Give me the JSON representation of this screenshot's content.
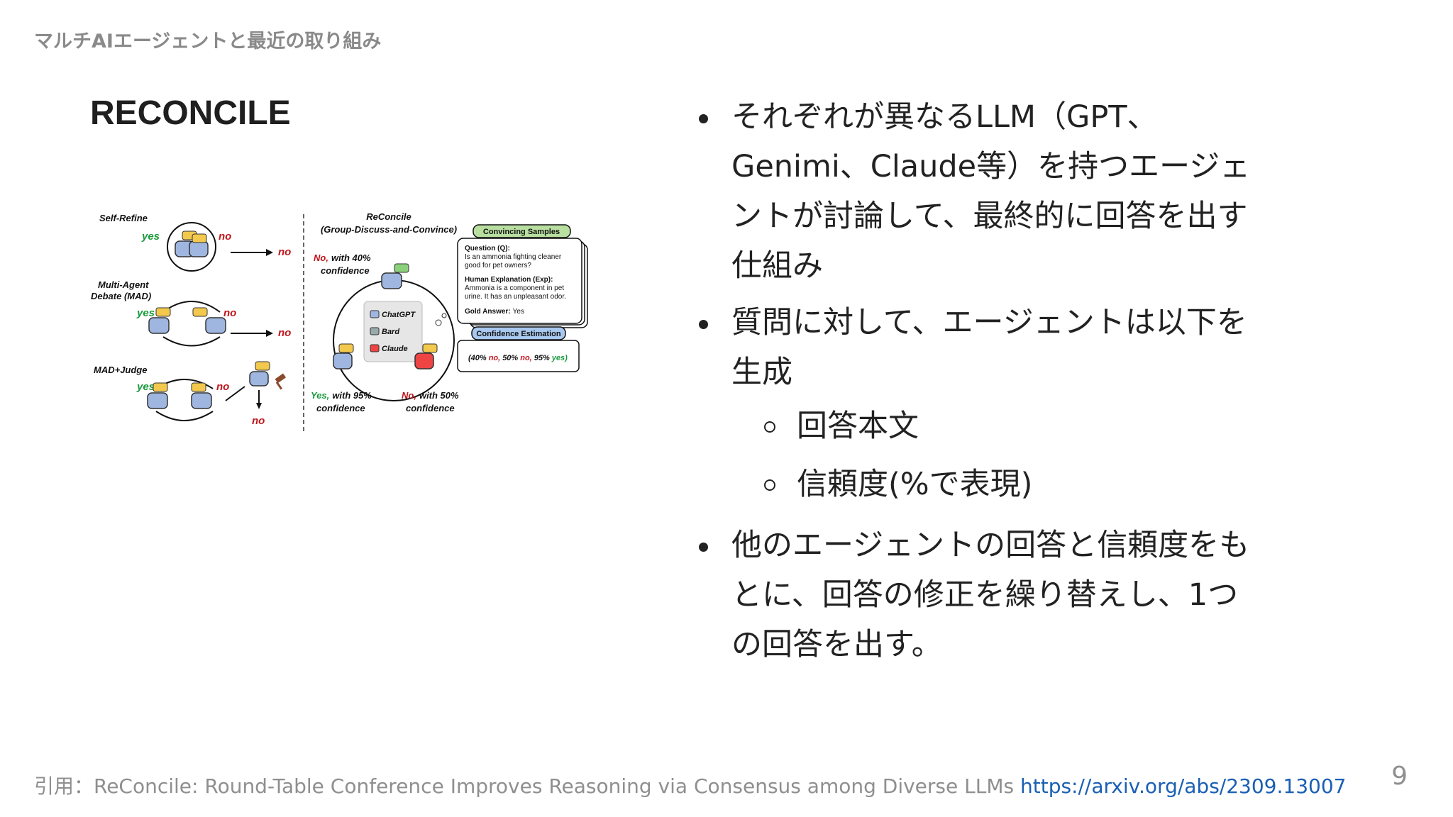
{
  "header": {
    "deck_title": "マルチAIエージェントと最近の取り組み"
  },
  "slide": {
    "title": "RECONCILE",
    "bullets": [
      "それぞれが異なるLLM（GPT、Genimi、Claude等）を持つエージェントが討論して、最終的に回答を出す仕組み",
      "質問に対して、エージェントは以下を生成",
      "他のエージェントの回答と信頼度をもとに、回答の修正を繰り替えし、1つの回答を出す。"
    ],
    "sub_bullets": [
      "回答本文",
      "信頼度(%で表現)"
    ]
  },
  "figure": {
    "self_refine": "Self-Refine",
    "multi_agent": "Multi-Agent",
    "debate_mad": "Debate (MAD)",
    "mad_judge": "MAD+Judge",
    "yes": "yes",
    "no": "no",
    "reconcile": "ReConcile",
    "group_discuss": "(Group-Discuss-and-Convince)",
    "no_word": "No,",
    "with_40": "with 40%",
    "confidence": "confidence",
    "yes_word": "Yes,",
    "with_95": "with 95%",
    "with_50": "with 50%",
    "models": [
      "ChatGPT",
      "Bard",
      "Claude"
    ],
    "convincing_samples": "Convincing Samples",
    "question_label": "Question (Q):",
    "question_text_1": "Is an ammonia fighting cleaner",
    "question_text_2": "good for pet owners?",
    "explanation_label": "Human Explanation (Exp):",
    "explanation_text_1": "Ammonia is a component in pet",
    "explanation_text_2": "urine. It has an unpleasant odor.",
    "gold_label": "Gold Answer:",
    "gold_value": "Yes",
    "confidence_estimation": "Confidence Estimation",
    "est_40": "(40%",
    "est_50": "50%",
    "est_95": "95%",
    "est_no": "no,",
    "est_yes": "yes)"
  },
  "footer": {
    "citation": "引用：ReConcile: Round-Table Conference Improves Reasoning via Consensus among Diverse LLMs ",
    "link": "https://arxiv.org/abs/2309.13007"
  },
  "page_number": "9",
  "colors": {
    "yes": "#1a9a3c",
    "no": "#c0161b",
    "link": "#1a5fb4"
  }
}
